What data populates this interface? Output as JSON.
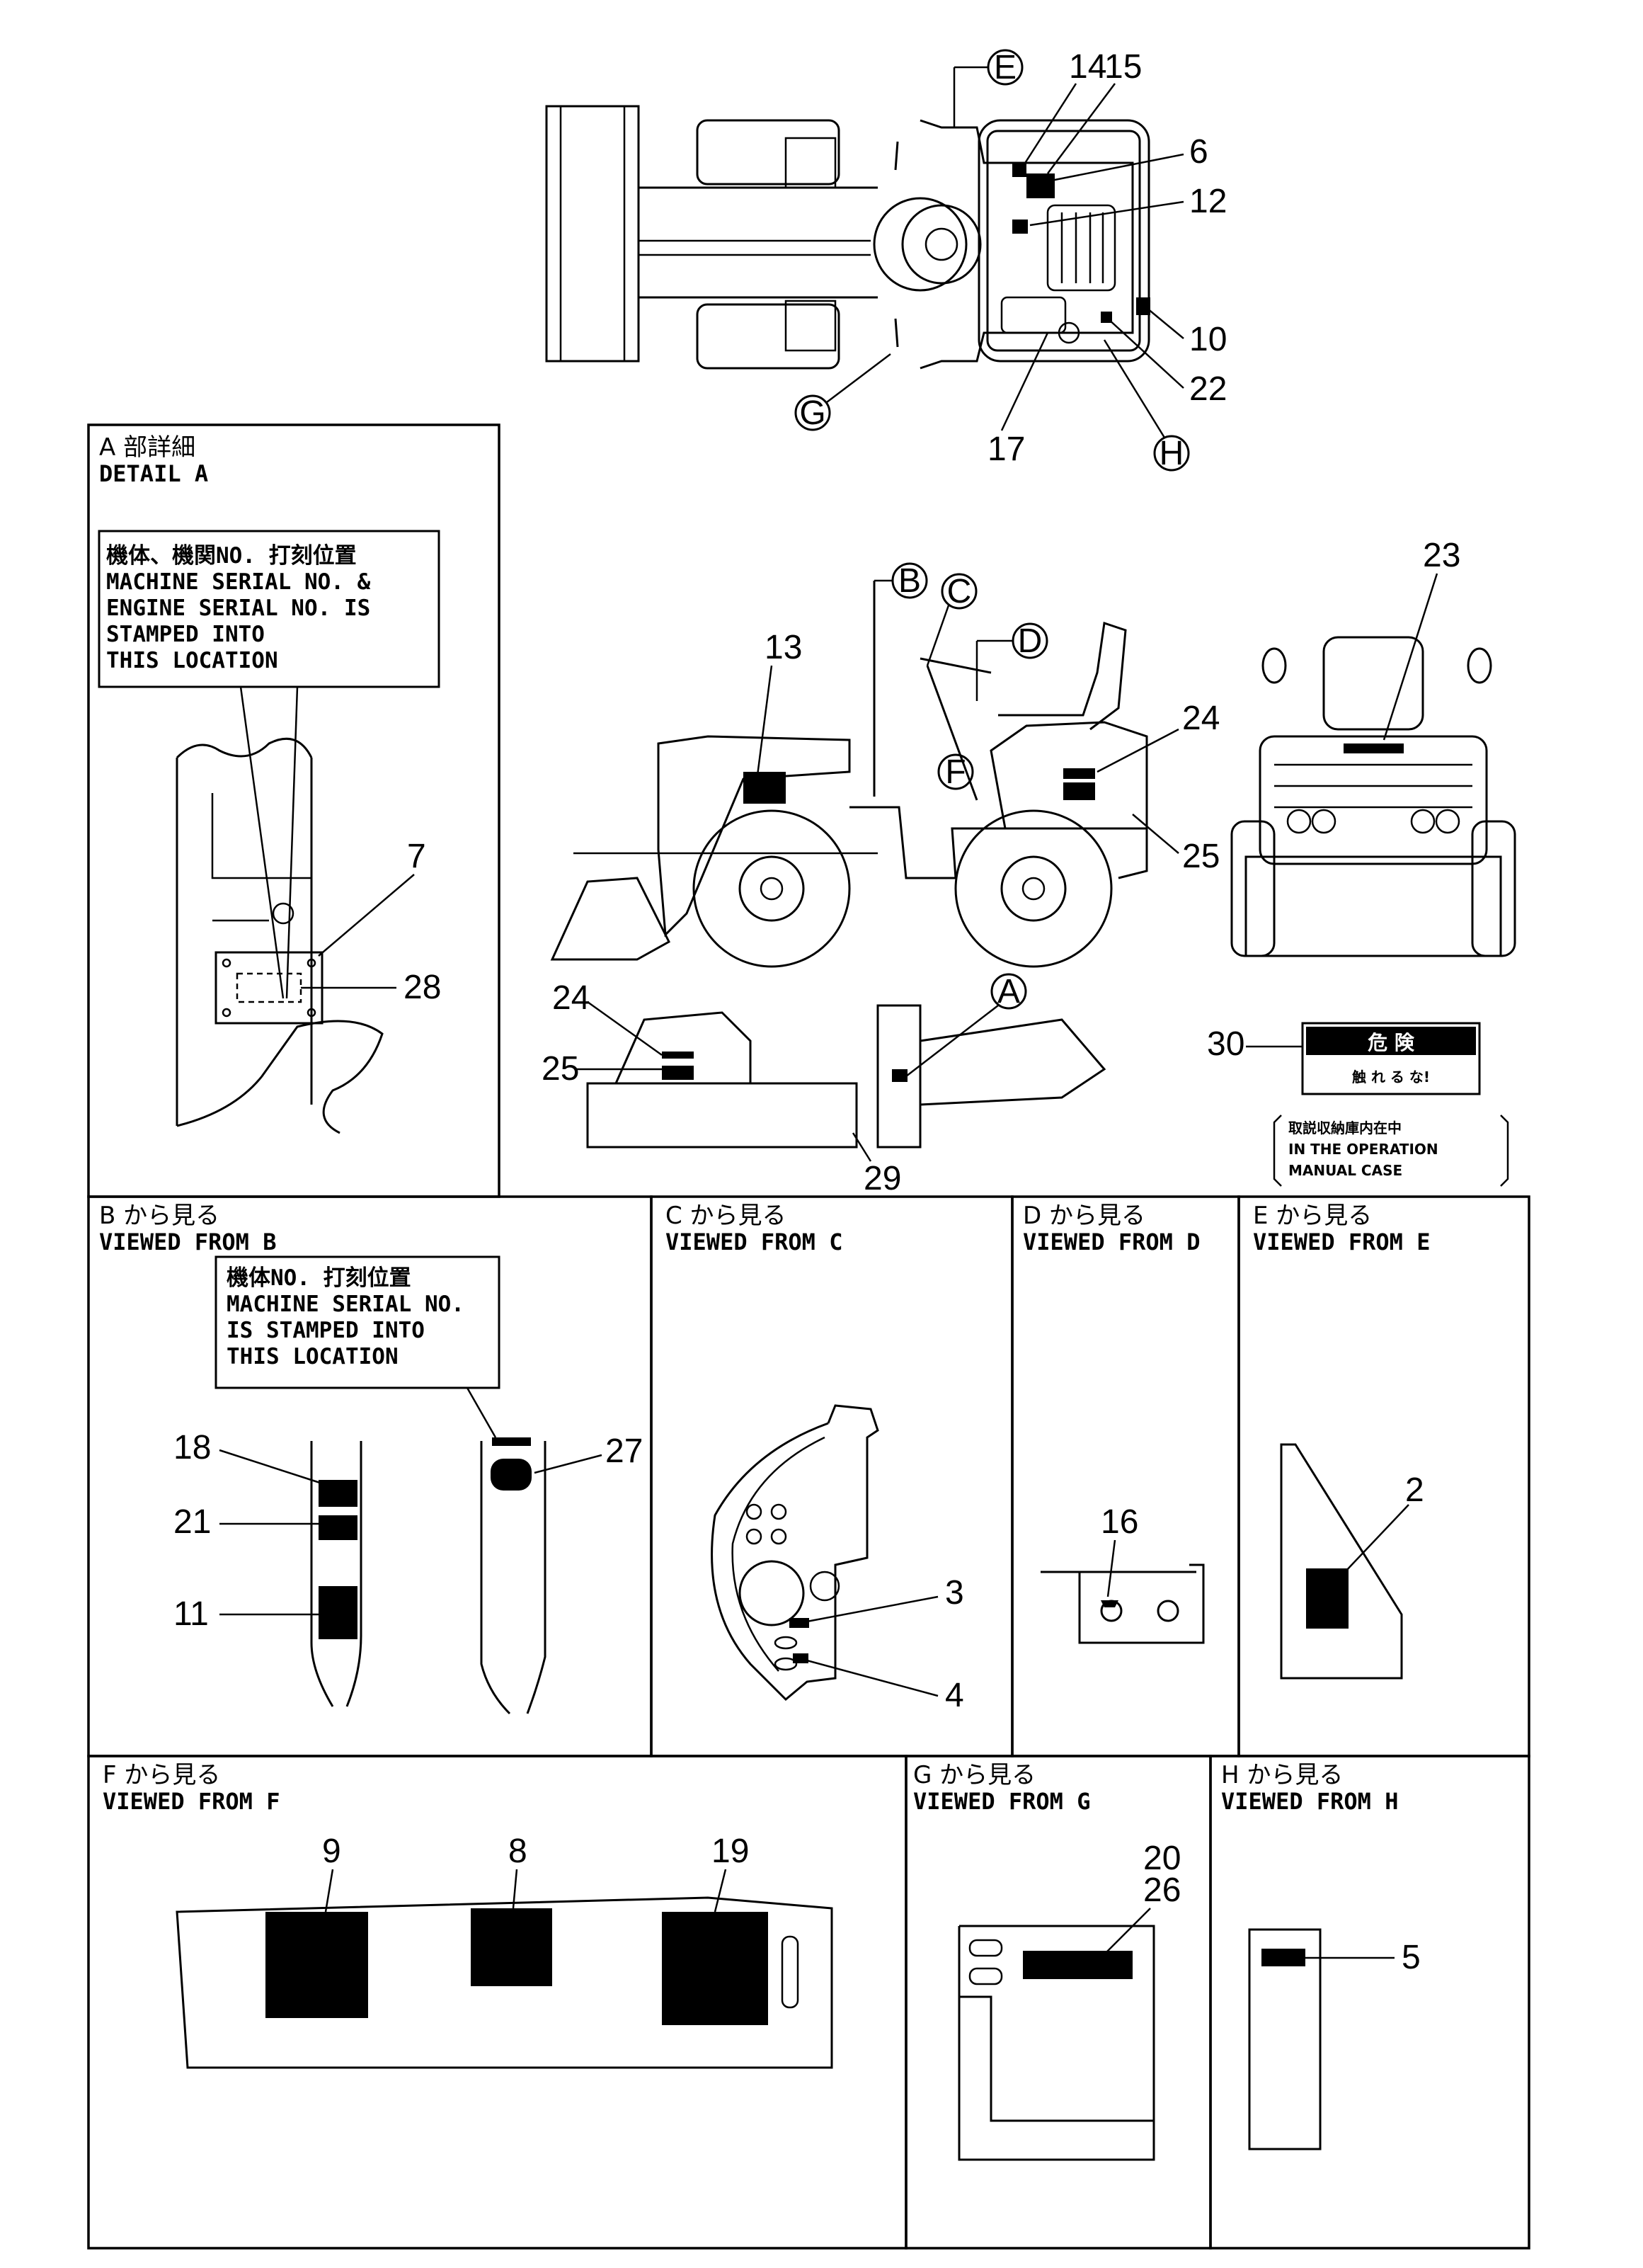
{
  "views": {
    "E": "E",
    "G": "G",
    "H": "H",
    "B": "B",
    "C": "C",
    "D": "D",
    "F": "F",
    "A": "A"
  },
  "callouts": {
    "n2": "2",
    "n3": "3",
    "n4": "4",
    "n5": "5",
    "n6": "6",
    "n7": "7",
    "n8": "8",
    "n9": "9",
    "n10": "10",
    "n11": "11",
    "n12": "12",
    "n13": "13",
    "n14": "14",
    "n15": "15",
    "n16": "16",
    "n17": "17",
    "n18": "18",
    "n19": "19",
    "n20": "20",
    "n21": "21",
    "n22": "22",
    "n23": "23",
    "n24": "24",
    "n25": "25",
    "n26": "26",
    "n27": "27",
    "n28": "28",
    "n29": "29",
    "n30": "30",
    "n24b": "24",
    "n25b": "25"
  },
  "panels": {
    "detail_a": {
      "jp": "A 部詳細",
      "en": "DETAIL A",
      "note": [
        "機体、機関NO. 打刻位置",
        "MACHINE SERIAL NO. &",
        "ENGINE SERIAL NO. IS",
        "STAMPED INTO",
        "THIS LOCATION"
      ]
    },
    "view_b": {
      "jp": "B から見る",
      "en": "VIEWED FROM B",
      "note": [
        "機体NO. 打刻位置",
        "MACHINE SERIAL NO.",
        "IS STAMPED INTO",
        "THIS LOCATION"
      ]
    },
    "view_c": {
      "jp": "C から見る",
      "en": "VIEWED FROM C"
    },
    "view_d": {
      "jp": "D から見る",
      "en": "VIEWED FROM D"
    },
    "view_e": {
      "jp": "E から見る",
      "en": "VIEWED FROM E"
    },
    "view_f": {
      "jp": "F から見る",
      "en": "VIEWED FROM F"
    },
    "view_g": {
      "jp": "G から見る",
      "en": "VIEWED FROM G"
    },
    "view_h": {
      "jp": "H から見る",
      "en": "VIEWED FROM H"
    }
  },
  "label30": {
    "danger": "危 険",
    "sub": "触 れ る な!",
    "case": [
      "取説収納庫内在中",
      "IN THE OPERATION",
      "MANUAL CASE"
    ]
  }
}
